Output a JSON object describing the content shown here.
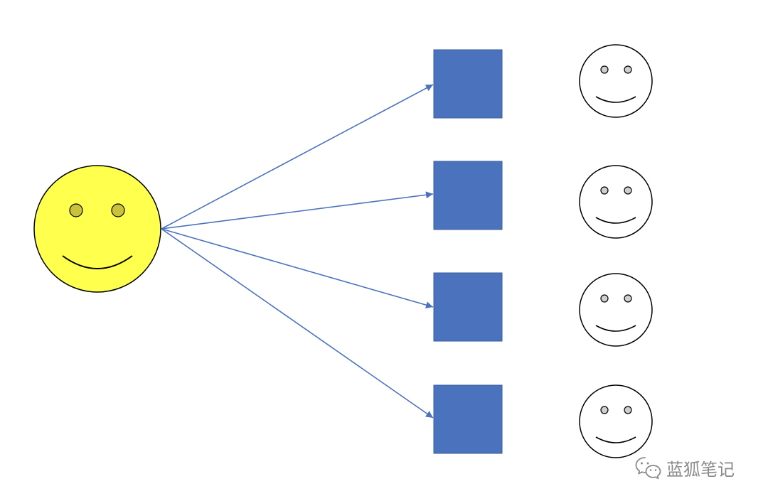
{
  "diagram": {
    "colors": {
      "source_face_fill": "#ffff4d",
      "source_face_eye": "#c9c23a",
      "outline": "#000000",
      "box_fill": "#4a72bd",
      "arrow": "#4a72bd",
      "receiver_face_fill": "#ffffff",
      "receiver_face_eye": "#cfcfcf",
      "watermark": "#8a8a8a"
    },
    "source": {
      "icon": "smiley-face-icon",
      "style": "yellow"
    },
    "channels": [
      {
        "icon": "square-box"
      },
      {
        "icon": "square-box"
      },
      {
        "icon": "square-box"
      },
      {
        "icon": "square-box"
      }
    ],
    "receivers": [
      {
        "icon": "smiley-face-icon",
        "style": "outline"
      },
      {
        "icon": "smiley-face-icon",
        "style": "outline"
      },
      {
        "icon": "smiley-face-icon",
        "style": "outline"
      },
      {
        "icon": "smiley-face-icon",
        "style": "outline"
      }
    ]
  },
  "watermark": {
    "icon": "wechat-icon",
    "text": "蓝狐笔记"
  }
}
